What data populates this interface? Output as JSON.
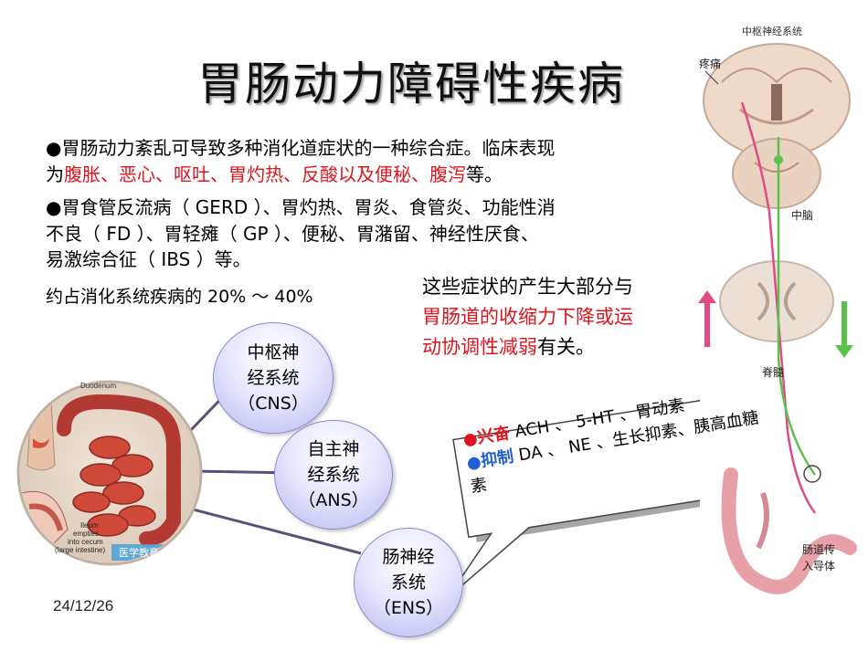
{
  "title": "胃肠动力障碍性疾病",
  "para1": {
    "bullet": "●",
    "text1": "胃肠动力紊乱可导致多种消化道症状的一种综合症。临床表现",
    "text2a": "为",
    "symptoms": "腹胀、恶心、呕吐、胃灼热、反酸以及便秘、腹泻",
    "text2b": "等。"
  },
  "para2": {
    "bullet": "●",
    "line1": "胃食管反流病（ GERD ）、胃灼热、胃炎、食管炎、功能性消",
    "line2": "不良（ FD ）、胃轻瘫（ GP ）、便秘、胃潴留、神经性厌食、",
    "line3": "易激综合征（ IBS ）等。"
  },
  "para3": "约占消化系统疾病的 20% ～ 40%",
  "note": {
    "text1": "这些症状的产生大部分与",
    "highlight": "胃肠道的收缩力下降或运动协调性减弱",
    "text2": "有关。"
  },
  "nodes": [
    {
      "line1": "中枢神",
      "line2": "经系统",
      "line3": "（CNS）"
    },
    {
      "line1": "自主神",
      "line2": "经系统",
      "line3": "（ANS）"
    },
    {
      "line1": "肠神经",
      "line2": "系统",
      "line3": "（ENS）"
    }
  ],
  "callout": {
    "bullet_exc": "●",
    "exc_label": "兴奋",
    "exc_text": " ACH 、 5-HT 、胃动素",
    "bullet_inh": "●",
    "inh_label": "抑制",
    "inh_text": " DA 、 NE 、生长抑素、胰高血糖",
    "tail": "素"
  },
  "anatomy": {
    "header": "中枢神经系统",
    "pain": "疼痛",
    "midbrain": "中脑",
    "spine": "脊髓",
    "gut_line1": "肠道传",
    "gut_line2": "入导体"
  },
  "intestine_labels": {
    "duodenum": "Duodenum",
    "ileum1": "Ileum",
    "ileum2": "empties",
    "ileum3": "into cecum",
    "ileum4": "(large intestine)",
    "watermark": "医学教育"
  },
  "date": "24/12/26",
  "colors": {
    "accent_red": "#e0141e",
    "accent_blue": "#1f5fd0",
    "node_fill": "#c6c6f2",
    "connector": "#6a5a8a"
  }
}
